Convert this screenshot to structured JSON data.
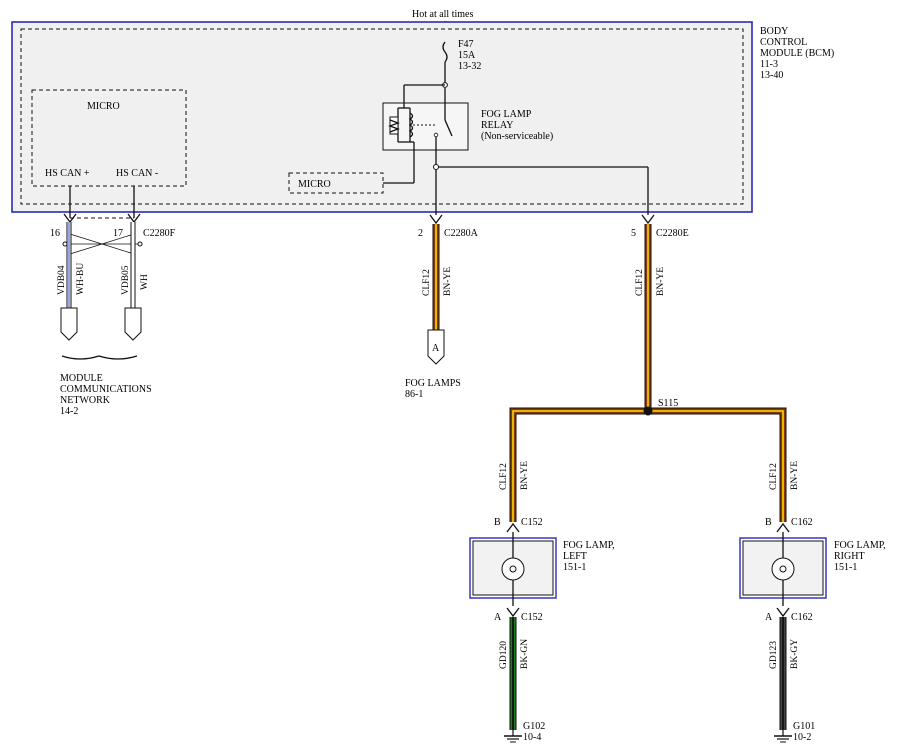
{
  "top_label": "Hot at all times",
  "bcm": {
    "lines": [
      "BODY",
      "CONTROL",
      "MODULE (BCM)",
      "11-3",
      "13-40"
    ]
  },
  "fuse": {
    "lines": [
      "F47",
      "15A",
      "13-32"
    ]
  },
  "relay": {
    "lines": [
      "FOG LAMP",
      "RELAY",
      "(Non-serviceable)"
    ]
  },
  "micro_main": {
    "label": "MICRO",
    "hs_can_plus": "HS CAN +",
    "hs_can_minus": "HS CAN -"
  },
  "micro_small": {
    "label": "MICRO"
  },
  "can": {
    "pin_plus": "16",
    "pin_minus": "17",
    "connector": "C2280F",
    "circuit_plus": "VDB04",
    "color_plus": "WH-BU",
    "circuit_minus": "VDB05",
    "color_minus": "WH",
    "network_lines": [
      "MODULE",
      "COMMUNICATIONS",
      "NETWORK",
      "14-2"
    ]
  },
  "fog_a": {
    "pin": "2",
    "connector": "C2280A",
    "circuit": "CLF12",
    "color": "BN-YE",
    "ref_letter": "A",
    "dest_lines": [
      "FOG LAMPS",
      "86-1"
    ]
  },
  "fog_e": {
    "pin": "5",
    "connector": "C2280E",
    "circuit": "CLF12",
    "color": "BN-YE"
  },
  "splice": {
    "label": "S115"
  },
  "lamp_left": {
    "lines": [
      "FOG LAMP,",
      "LEFT",
      "151-1"
    ],
    "pin_b": "B",
    "conn_top": "C152",
    "pin_a": "A",
    "conn_bottom": "C152",
    "circuit_top": "CLF12",
    "color_top": "BN-YE",
    "circuit_bottom": "GD120",
    "color_bottom": "BK-GN",
    "ground_lines": [
      "G102",
      "10-4"
    ]
  },
  "lamp_right": {
    "lines": [
      "FOG LAMP,",
      "RIGHT",
      "151-1"
    ],
    "pin_b": "B",
    "conn_top": "C162",
    "pin_a": "A",
    "conn_bottom": "C162",
    "circuit_top": "CLF12",
    "color_top": "BN-YE",
    "circuit_bottom": "GD123",
    "color_bottom": "BK-GY",
    "ground_lines": [
      "G101",
      "10-2"
    ]
  },
  "colors": {
    "module_border": "#2b2bb8",
    "module_fill": "#f0f0f0",
    "wire_brown": "#8b3a0e",
    "wire_yellow": "#f2c500",
    "wire_green": "#1f7a1f",
    "wire_blue": "#2f4fd0",
    "wire_black": "#111111"
  }
}
